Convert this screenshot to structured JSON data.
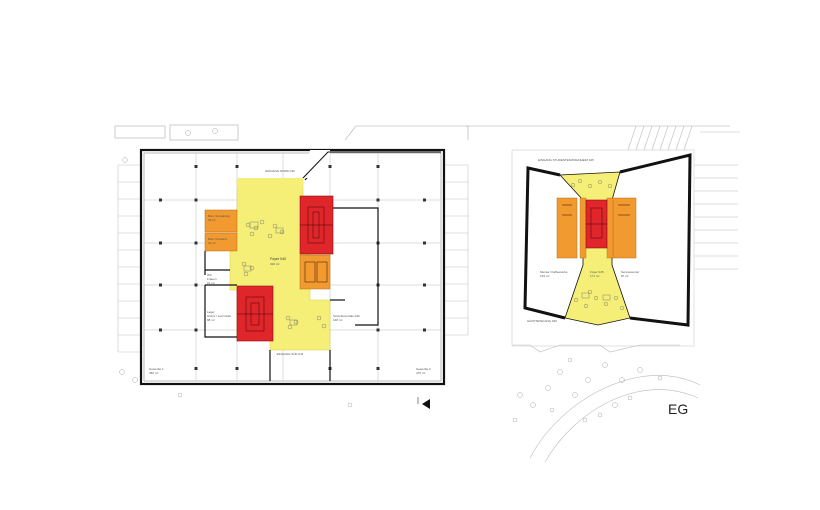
{
  "floor_label": "EG",
  "colors": {
    "yellow": "#f5ef78",
    "orange": "#f19a2f",
    "red": "#e0262a",
    "wall": "#111111",
    "grid": "#9a9a9a"
  },
  "plan_left": {
    "entrance_north": "EINGANG NORD 040",
    "entrance_south": "EINGANG SÜD 041",
    "foyer_name": "Foyer 040",
    "foyer_area": "326 m²",
    "office1_name": "Büro Verwaltung",
    "office1_area": "39 m²",
    "office2_name": "Büro Vorstand",
    "office2_area": "31 m²",
    "small_room_name": "WC",
    "small_room_sub": "Frauen",
    "small_room_area": "21 m²",
    "lower_room_name": "Lager",
    "lower_room_sub": "Archiv / Lehrmittel",
    "lower_room_area": "88 m²",
    "right_room_name": "Technikzentrale 040",
    "right_room_area": "148 m²",
    "hall1_name": "Gewerbe 1",
    "hall1_area": "450 m²",
    "hall2_name": "Gewerbe 2",
    "hall2_area": "470 m²"
  },
  "plan_right": {
    "entrance_top": "EINGANG STUDENTENWOHNHEIM 045",
    "entrance_bottom": "HAUPTEINGANG 040",
    "room_left_name": "Mensa / Kaffeestube",
    "room_left_area": "193 m²",
    "foyer_name": "Foyer 045",
    "foyer_area": "171 m²",
    "room_right_name": "Servicecenter",
    "room_right_area": "87 m²"
  }
}
